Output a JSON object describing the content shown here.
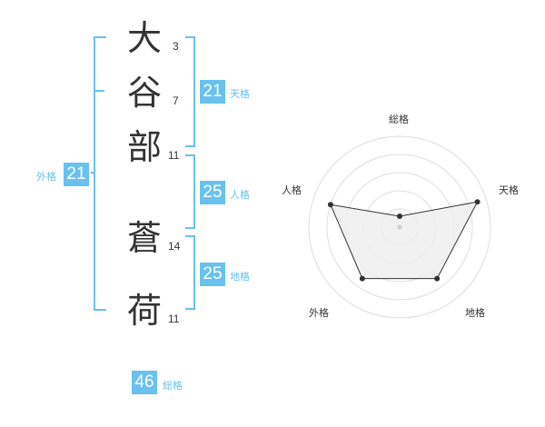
{
  "surname": [
    {
      "char": "大",
      "strokes": "3"
    },
    {
      "char": "谷",
      "strokes": "7"
    },
    {
      "char": "部",
      "strokes": "11"
    }
  ],
  "given_name": [
    {
      "char": "蒼",
      "strokes": "14"
    },
    {
      "char": "荷",
      "strokes": "11"
    }
  ],
  "fortune": {
    "tenkaku": {
      "label": "天格",
      "value": "21"
    },
    "jinkaku": {
      "label": "人格",
      "value": "25"
    },
    "chikaku": {
      "label": "地格",
      "value": "25"
    },
    "gaikaku": {
      "label": "外格",
      "value": "21"
    },
    "soukaku": {
      "label": "総格",
      "value": "46"
    }
  },
  "accent_color": "#68c1ee",
  "chart_data": {
    "type": "radar",
    "axes": [
      "総格",
      "天格",
      "地格",
      "外格",
      "人格"
    ],
    "values": [
      0.12,
      0.9,
      0.7,
      0.7,
      0.8
    ],
    "rings": 5,
    "grid": true,
    "fill": "#eeeeee",
    "stroke": "#333333"
  }
}
